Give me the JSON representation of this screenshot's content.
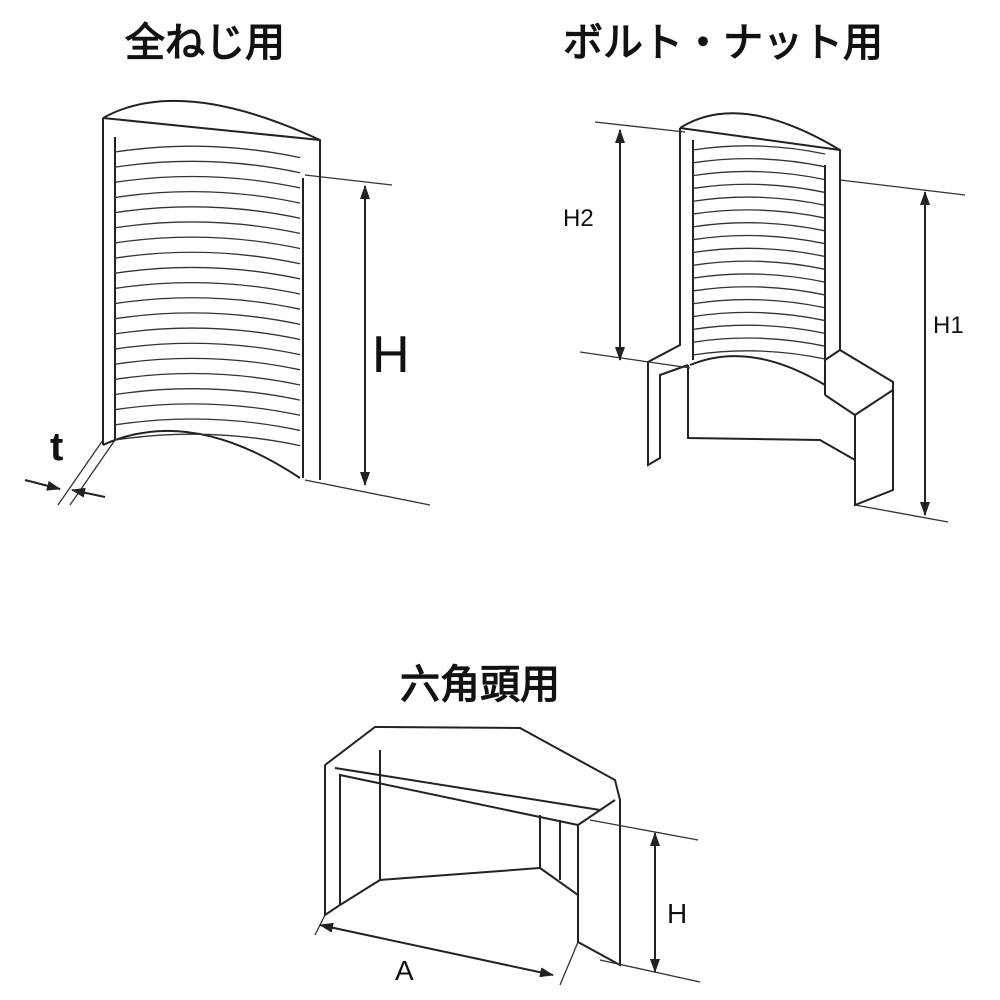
{
  "titles": {
    "full_thread": "全ねじ用",
    "bolt_nut": "ボルト・ナット用",
    "hex_head": "六角頭用"
  },
  "dimensions": {
    "full_thread_height": "H",
    "thickness": "t",
    "bolt_nut_h2": "H2",
    "bolt_nut_h1": "H1",
    "hex_height": "H",
    "hex_width": "A"
  },
  "colors": {
    "line": "#222222",
    "background": "#ffffff"
  }
}
